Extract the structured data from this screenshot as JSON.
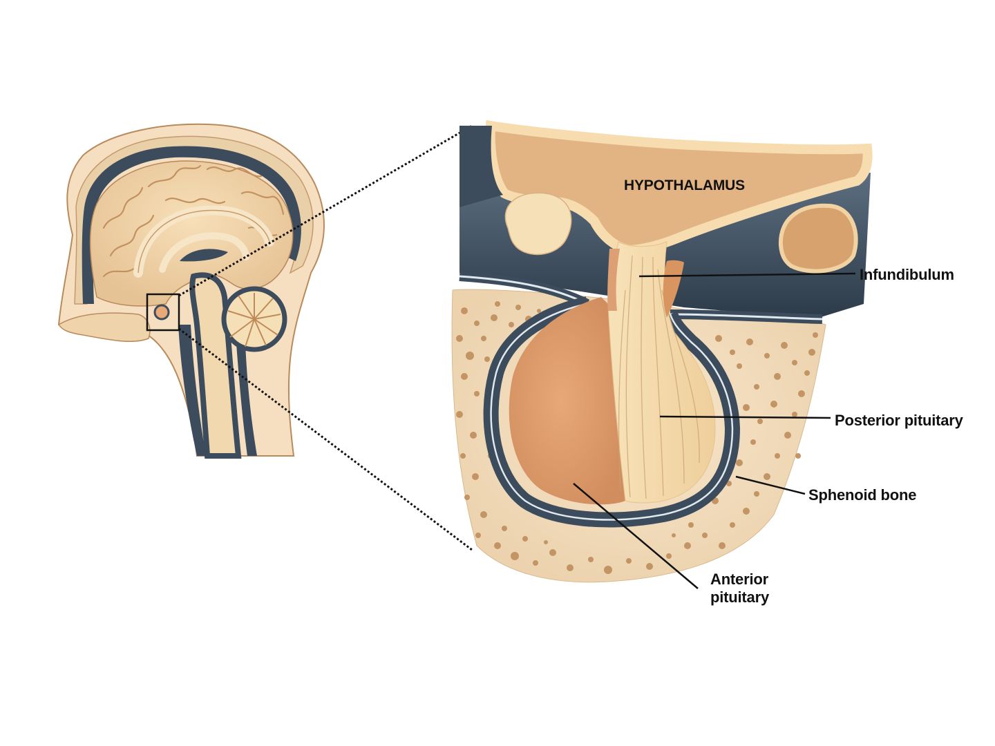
{
  "labels": {
    "hypothalamus": "HYPOTHALAMUS",
    "infundibulum": "Infundibulum",
    "posterior_pituitary": "Posterior pituitary",
    "sphenoid_bone": "Sphenoid bone",
    "anterior_pituitary_line1": "Anterior",
    "anterior_pituitary_line2": "pituitary"
  },
  "colors": {
    "tissue_light": "#f6dcb2",
    "tissue_mid": "#e8b98a",
    "tissue_orange": "#dc9868",
    "membrane_dark": "#3c4c5c",
    "bone": "#f2ddbf",
    "bone_pore": "#c79a6b",
    "skin": "#f5dfc0"
  }
}
